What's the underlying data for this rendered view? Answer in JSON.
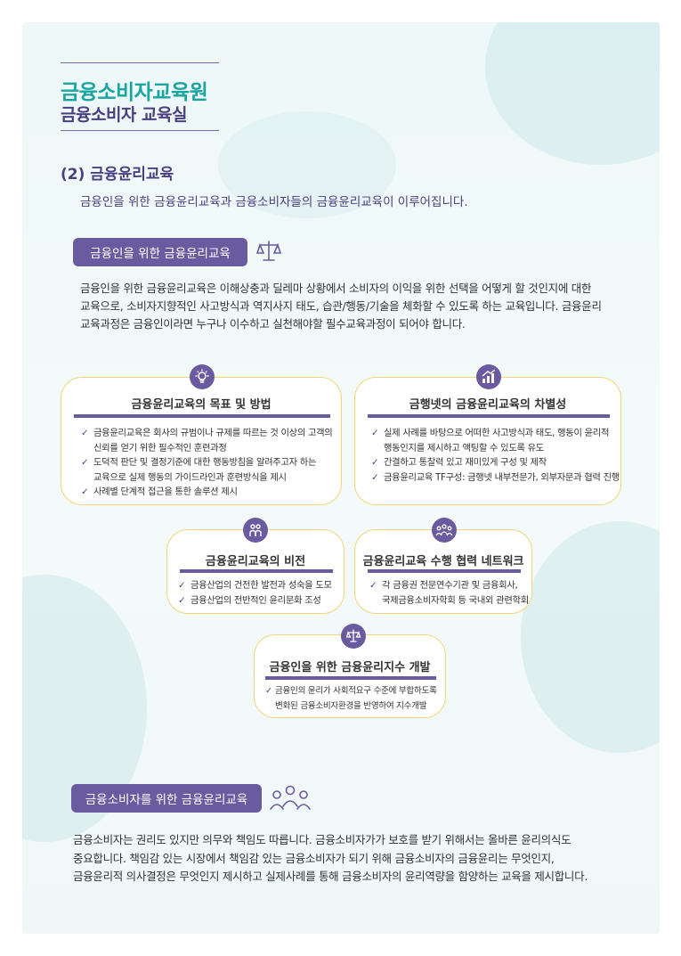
{
  "header": {
    "title_main": "금융소비자교육원",
    "title_sub": "금융소비자 교육실"
  },
  "section": {
    "title": "(2) 금융윤리교육",
    "lead": "금융인을 위한 금융윤리교육과 금융소비자들의 금융윤리교육이 이루어집니다."
  },
  "block1": {
    "pill": "금융인을 위한 금융윤리교육",
    "icon": "scales-icon",
    "lines": [
      "금융인을 위한 금융윤리교육은 이해상충과 딜레마 상황에서 소비자의 이익을 위한 선택을 어떻게 할 것인지에 대한",
      "교육으로, 소비자지향적인 사고방식과 역지사지 태도, 습관/행동/기술을 체화할 수 있도록 하는 교육입니다. 금융윤리",
      "교육과정은 금융인이라면 누구나 이수하고 실천해야할 필수교육과정이 되어야 합니다."
    ]
  },
  "boxes": {
    "goal": {
      "icon": "lightbulb-icon",
      "title": "금융윤리교육의 목표 및 방법",
      "items": [
        [
          "금융윤리교육은 회사의 규범이나 규제를 따르는 것 이상의 고객의",
          "신뢰를 얻기 위한 필수적인 훈련과정"
        ],
        [
          "도덕적 판단 및 결정기준에 대한 행동방침을 알려주고자 하는",
          "교육으로 실제 행동의 가이드라인과 훈련방식을 제시"
        ],
        [
          "사례별 단계적 접근을 통한 솔루션 제시"
        ]
      ]
    },
    "distinct": {
      "icon": "growth-chart-icon",
      "title": "금행넷의 금융윤리교육의 차별성",
      "items": [
        [
          "실제 사례를 바탕으로 어떠한 사고방식과 태도, 행동이 윤리적",
          "행동인지를 제시하고 액팅할 수 있도록 유도"
        ],
        [
          "간결하고 통찰력 있고 재미있게 구성 및 제작"
        ],
        [
          "금융윤리교육 TF구성: 금행넷 내부전문가, 외부자문과 협력 진행"
        ]
      ]
    },
    "vision": {
      "icon": "people-icon",
      "title": "금융윤리교육의 비전",
      "items": [
        [
          "금융산업의 건전한 발전과 성숙을 도모"
        ],
        [
          "금융산업의 전반적인 윤리문화 조성"
        ]
      ]
    },
    "network": {
      "icon": "group-icon",
      "title": "금융윤리교육 수행 협력 네트워크",
      "items": [
        [
          "각 금융권 전문연수기관 및 금융회사,",
          "국제금융소비자학회 등 국내외 관련학회"
        ]
      ]
    },
    "index": {
      "icon": "scales-icon",
      "title": "금융인을 위한 금융윤리지수 개발",
      "items": [
        [
          "금융인의 윤리가 사회적요구 수준에 부합하도록",
          "변화된 금융소비자환경을 반영하여 지수개발"
        ]
      ]
    }
  },
  "block2": {
    "pill": "금융소비자를 위한 금융윤리교육",
    "icon": "consumers-icon",
    "lines": [
      "금융소비자는 권리도 있지만 의무와 책임도 따릅니다. 금융소비자가가 보호를 받기 위해서는 올바른 윤리의식도",
      "중요합니다. 책임감 있는 시장에서 책임감 있는 금융소비자가 되기 위해 금융소비자의 금융윤리는 무엇인지,",
      "금융윤리적 의사결정은 무엇인지 제시하고 실제사례를 통해 금융소비자의 윤리역량을 함양하는 교육을 제시합니다."
    ]
  },
  "colors": {
    "teal": "#1aa5a0",
    "purple": "#6a5aa0",
    "navy": "#4a3f80",
    "box_border": "#f0d67a"
  }
}
